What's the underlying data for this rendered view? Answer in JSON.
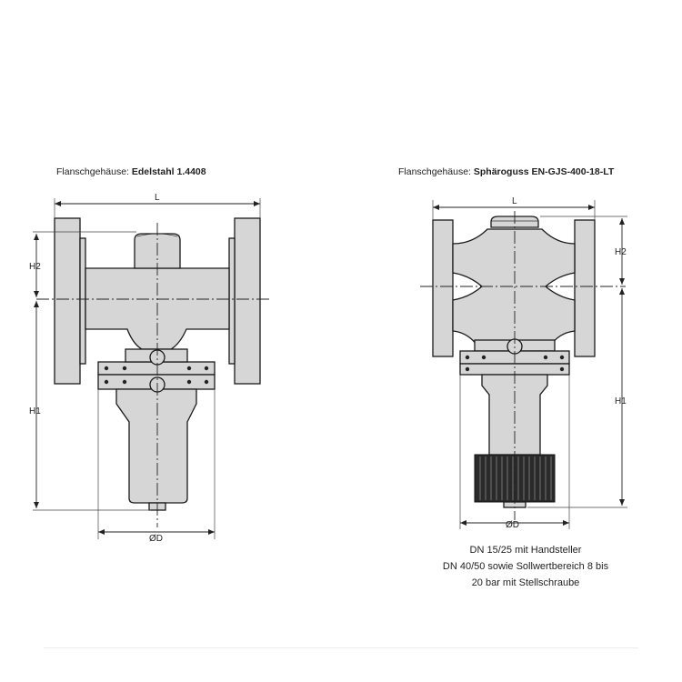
{
  "left_view": {
    "title_prefix": "Flanschgehäuse: ",
    "title_material": "Edelstahl 1.4408",
    "dim_L": "L",
    "dim_H1": "H1",
    "dim_H2": "H2",
    "dim_D": "ØD"
  },
  "right_view": {
    "title_prefix": "Flanschgehäuse: ",
    "title_material": "Sphäroguss EN-GJS-400-18-LT",
    "dim_L": "L",
    "dim_H1": "H1",
    "dim_H2": "H2",
    "dim_D": "ØD",
    "caption_lines": [
      "DN 15/25 mit Handsteller",
      "DN 40/50 sowie Sollwertbereich 8 bis",
      "20 bar mit Stellschraube"
    ]
  },
  "colors": {
    "body_fill": "#d6d6d6",
    "outline": "#1a1a1a",
    "knob_dark": "#2a2a2a"
  }
}
